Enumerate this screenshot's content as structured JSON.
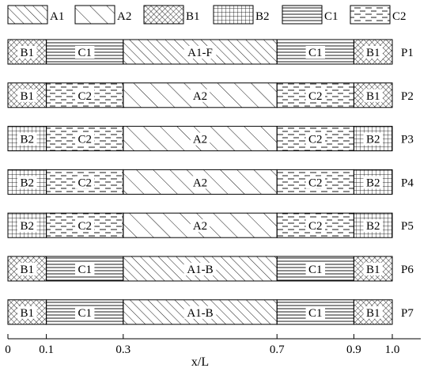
{
  "legend": [
    {
      "pattern": "A1",
      "label": "A1"
    },
    {
      "pattern": "A2",
      "label": "A2"
    },
    {
      "pattern": "B1",
      "label": "B1"
    },
    {
      "pattern": "B2",
      "label": "B2"
    },
    {
      "pattern": "C1",
      "label": "C1"
    },
    {
      "pattern": "C2",
      "label": "C2"
    }
  ],
  "rows": [
    {
      "label": "P1",
      "segments": [
        {
          "pattern": "B1",
          "label": "B1",
          "from": 0,
          "to": 0.1
        },
        {
          "pattern": "C1",
          "label": "C1",
          "from": 0.1,
          "to": 0.3
        },
        {
          "pattern": "A1",
          "label": "A1-F",
          "from": 0.3,
          "to": 0.7
        },
        {
          "pattern": "C1",
          "label": "C1",
          "from": 0.7,
          "to": 0.9
        },
        {
          "pattern": "B1",
          "label": "B1",
          "from": 0.9,
          "to": 1.0
        }
      ]
    },
    {
      "label": "P2",
      "segments": [
        {
          "pattern": "B1",
          "label": "B1",
          "from": 0,
          "to": 0.1
        },
        {
          "pattern": "C2",
          "label": "C2",
          "from": 0.1,
          "to": 0.3
        },
        {
          "pattern": "A2",
          "label": "A2",
          "from": 0.3,
          "to": 0.7
        },
        {
          "pattern": "C2",
          "label": "C2",
          "from": 0.7,
          "to": 0.9
        },
        {
          "pattern": "B1",
          "label": "B1",
          "from": 0.9,
          "to": 1.0
        }
      ]
    },
    {
      "label": "P3",
      "segments": [
        {
          "pattern": "B2",
          "label": "B2",
          "from": 0,
          "to": 0.1
        },
        {
          "pattern": "C2",
          "label": "C2",
          "from": 0.1,
          "to": 0.3
        },
        {
          "pattern": "A2",
          "label": "A2",
          "from": 0.3,
          "to": 0.7
        },
        {
          "pattern": "C2",
          "label": "C2",
          "from": 0.7,
          "to": 0.9
        },
        {
          "pattern": "B2",
          "label": "B2",
          "from": 0.9,
          "to": 1.0
        }
      ]
    },
    {
      "label": "P4",
      "segments": [
        {
          "pattern": "B2",
          "label": "B2",
          "from": 0,
          "to": 0.1
        },
        {
          "pattern": "C2",
          "label": "C2",
          "from": 0.1,
          "to": 0.3
        },
        {
          "pattern": "A2",
          "label": "A2",
          "from": 0.3,
          "to": 0.7
        },
        {
          "pattern": "C2",
          "label": "C2",
          "from": 0.7,
          "to": 0.9
        },
        {
          "pattern": "B2",
          "label": "B2",
          "from": 0.9,
          "to": 1.0
        }
      ]
    },
    {
      "label": "P5",
      "segments": [
        {
          "pattern": "B2",
          "label": "B2",
          "from": 0,
          "to": 0.1
        },
        {
          "pattern": "C2",
          "label": "C2",
          "from": 0.1,
          "to": 0.3
        },
        {
          "pattern": "A2",
          "label": "A2",
          "from": 0.3,
          "to": 0.7
        },
        {
          "pattern": "C2",
          "label": "C2",
          "from": 0.7,
          "to": 0.9
        },
        {
          "pattern": "B2",
          "label": "B2",
          "from": 0.9,
          "to": 1.0
        }
      ]
    },
    {
      "label": "P6",
      "segments": [
        {
          "pattern": "B1",
          "label": "B1",
          "from": 0,
          "to": 0.1
        },
        {
          "pattern": "C1",
          "label": "C1",
          "from": 0.1,
          "to": 0.3
        },
        {
          "pattern": "A1",
          "label": "A1-B",
          "from": 0.3,
          "to": 0.7
        },
        {
          "pattern": "C1",
          "label": "C1",
          "from": 0.7,
          "to": 0.9
        },
        {
          "pattern": "B1",
          "label": "B1",
          "from": 0.9,
          "to": 1.0
        }
      ]
    },
    {
      "label": "P7",
      "segments": [
        {
          "pattern": "B1",
          "label": "B1",
          "from": 0,
          "to": 0.1
        },
        {
          "pattern": "C1",
          "label": "C1",
          "from": 0.1,
          "to": 0.3
        },
        {
          "pattern": "A1",
          "label": "A1-B",
          "from": 0.3,
          "to": 0.7
        },
        {
          "pattern": "C1",
          "label": "C1",
          "from": 0.7,
          "to": 0.9
        },
        {
          "pattern": "B1",
          "label": "B1",
          "from": 0.9,
          "to": 1.0
        }
      ]
    }
  ],
  "axis": {
    "label": "x/L",
    "ticks": [
      {
        "value": 0,
        "label": "0"
      },
      {
        "value": 0.1,
        "label": "0.1"
      },
      {
        "value": 0.3,
        "label": "0.3"
      },
      {
        "value": 0.7,
        "label": "0.7"
      },
      {
        "value": 0.9,
        "label": "0.9"
      },
      {
        "value": 1.0,
        "label": "1.0"
      }
    ]
  }
}
